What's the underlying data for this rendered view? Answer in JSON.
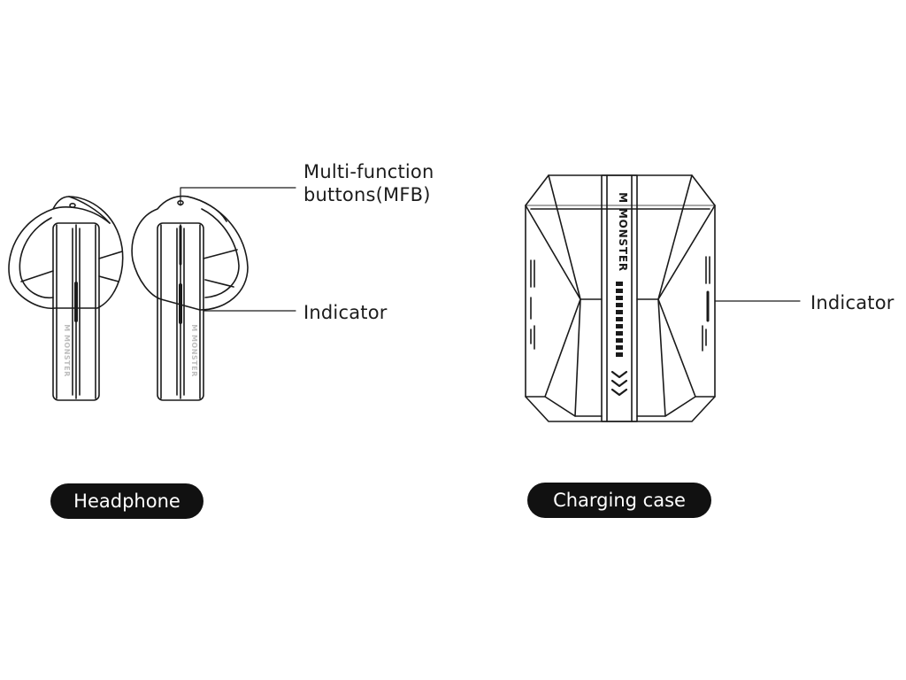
{
  "labels": {
    "mfb_line1": "Multi-function",
    "mfb_line2": "buttons(MFB)",
    "indicator_left": "Indicator",
    "indicator_right": "Indicator"
  },
  "captions": {
    "headphone": "Headphone",
    "charging_case": "Charging case"
  },
  "brand": {
    "earbud_logo": "M MONSTER",
    "case_logo": "M MONSTER"
  },
  "colors": {
    "line": "#1a1a1a",
    "pill_bg": "#111111",
    "pill_text": "#ffffff"
  }
}
